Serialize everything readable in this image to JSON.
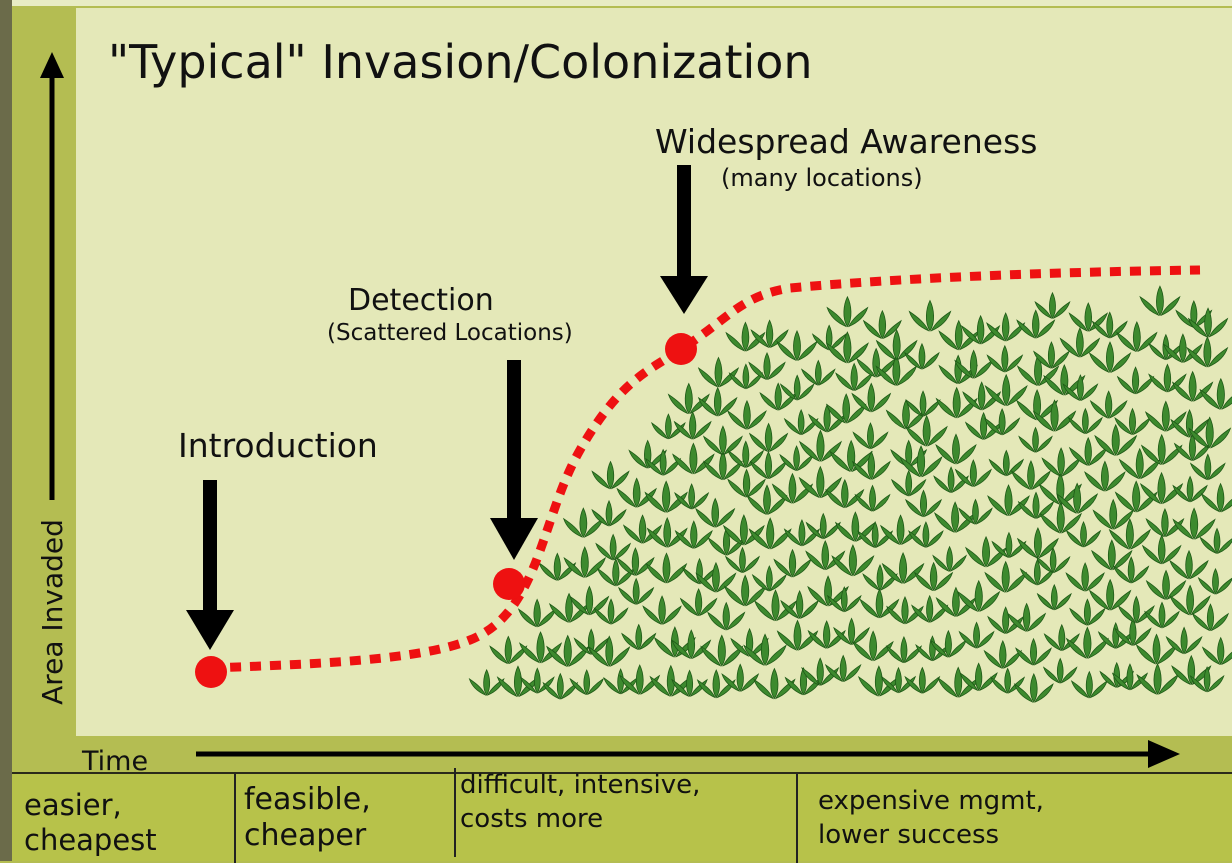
{
  "title": "\"Typical\" Invasion/Colonization",
  "y_axis_label": "Area Invaded",
  "x_axis_label": "Time",
  "stages": [
    {
      "label": "Introduction",
      "sublabel": ""
    },
    {
      "label": "Detection",
      "sublabel": "(Scattered Locations)"
    },
    {
      "label": "Widespread Awareness",
      "sublabel": "(many locations)"
    }
  ],
  "cost_labels": [
    "easier,\ncheapest",
    "feasible,\ncheaper",
    "difficult, intensive,\ncosts more",
    "expensive mgmt,\nlower success"
  ],
  "colors": {
    "curve": "#ee1111",
    "plant": "#3d8a2e",
    "background": "#e4e8b8",
    "frame": "#b4bd52"
  },
  "icons": {
    "marker": "red-dot",
    "plant": "plant-sprout-icon"
  }
}
